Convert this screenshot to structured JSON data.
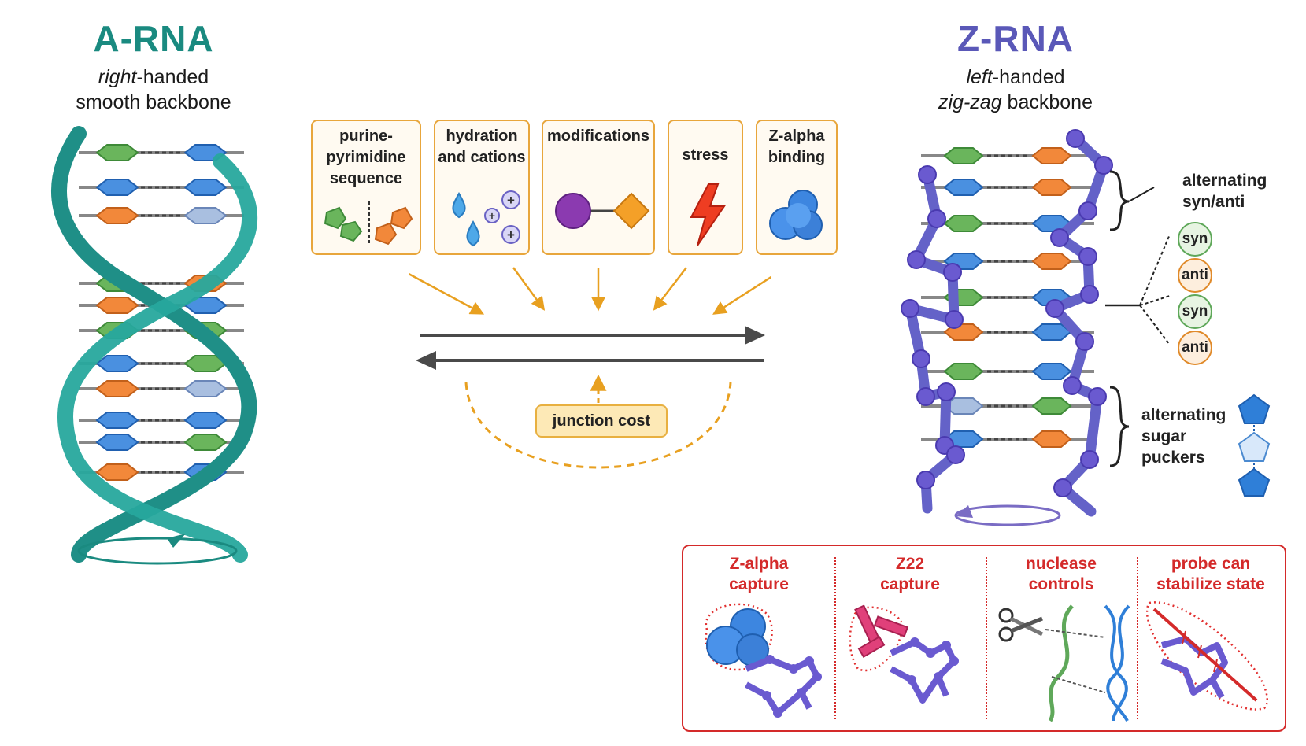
{
  "a_rna": {
    "title": "A-RNA",
    "subtitle_em": "right",
    "subtitle_rest": "-handed",
    "subtitle_line2": "smooth backbone",
    "color": "#1a8a80"
  },
  "z_rna": {
    "title": "Z-RNA",
    "subtitle_em": "left",
    "subtitle_rest": "-handed",
    "subtitle_line2_em": "zig-zag",
    "subtitle_line2_rest": " backbone",
    "color": "#5a58b8"
  },
  "factors": [
    {
      "label": "purine-\npyrimidine\nsequence"
    },
    {
      "label": "hydration\nand cations"
    },
    {
      "label": "modifications"
    },
    {
      "label": "stress"
    },
    {
      "label": "Z-alpha\nbinding"
    }
  ],
  "equilibrium": {
    "junction_label": "junction cost",
    "accent": "#e8a020"
  },
  "annotations": {
    "alternating_syn_anti": "alternating\nsyn/anti",
    "conformations": [
      "syn",
      "anti",
      "syn",
      "anti"
    ],
    "alternating_puckers": "alternating\nsugar\npuckers"
  },
  "evidence_panel": {
    "color": "#d42a2a",
    "items": [
      {
        "label": "Z-alpha\ncapture"
      },
      {
        "label": "Z22\ncapture"
      },
      {
        "label": "nuclease\ncontrols"
      },
      {
        "label": "probe can\nstabilize state"
      }
    ]
  },
  "icons": {
    "cations": [
      "plus-icon",
      "plus-icon",
      "plus-icon"
    ],
    "stress": "lightning-icon",
    "zalpha": "protein-blob-icon",
    "nuclease": "scissors-icon"
  }
}
